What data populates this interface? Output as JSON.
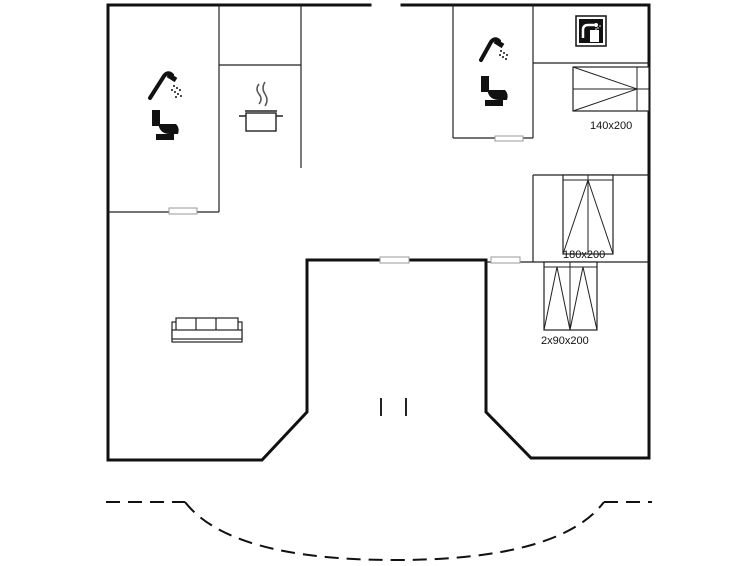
{
  "floorplan": {
    "bed_labels": {
      "bed_1": "140x200",
      "bed_2": "180x200",
      "bed_3": "2x90x200"
    },
    "icons": {
      "bath_left_shower": "shower-icon",
      "bath_left_toilet": "toilet-icon",
      "kitchen_cooker": "cooking-pot-icon",
      "sofa": "sofa-icon",
      "bath_right_shower": "shower-icon",
      "bath_right_toilet": "toilet-icon",
      "shower_cabin": "shower-cabin-icon"
    },
    "colors": {
      "walls": "#111111",
      "background": "#ffffff"
    }
  }
}
